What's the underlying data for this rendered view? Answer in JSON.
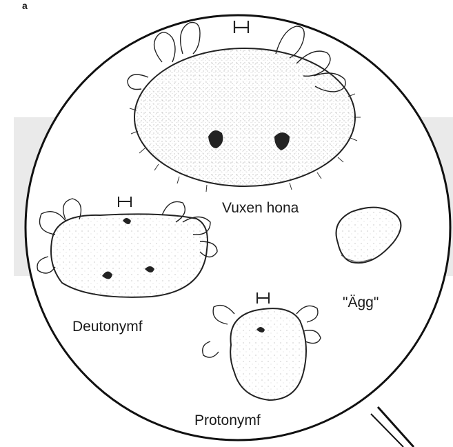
{
  "figure": {
    "corner_mark": "a",
    "labels": {
      "adult_female": "Vuxen hona",
      "egg": "\"Ägg\"",
      "deutonymph": "Deutonymf",
      "protonymph": "Protonymf"
    }
  }
}
